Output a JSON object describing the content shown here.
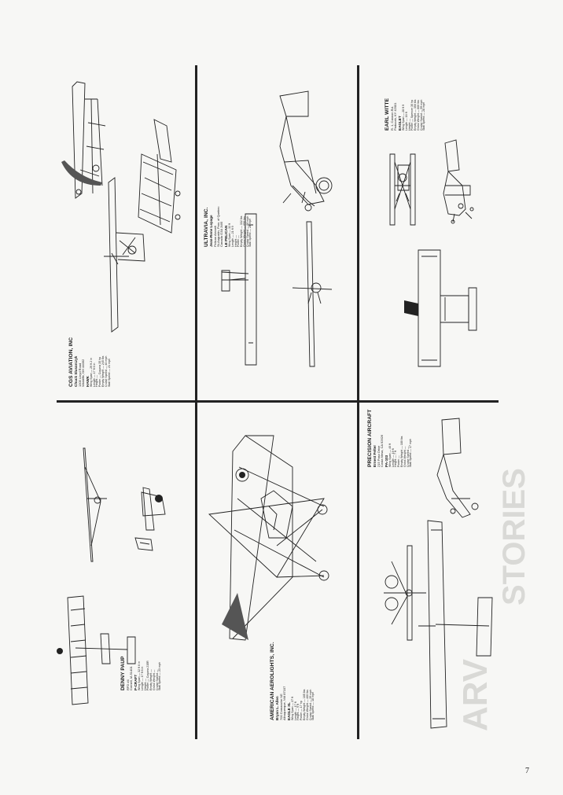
{
  "page_number": "7",
  "entries": [
    {
      "company": "CGS AVIATION, INC",
      "contact": "Chuck Slusarczyk",
      "address": [
        "1305 Lloyd Road",
        "Wickliffe, OH 44092"
      ],
      "model": "HAWK",
      "specs": [
        "Wing Span — 29 ft 2 in",
        "Length — 17 ft 6 in",
        "Height —",
        "Power — Cuyuna 35 hp",
        "Empty Weight — 245 lbs",
        "Cruise Speed — 40 mph",
        "Stall Speed — 21 mph"
      ]
    },
    {
      "company": "ULTRAVIA, INC.",
      "contact": "Jean-Rene Lepage",
      "address": [
        "Pelican Aircraft",
        "St-Augustin, Prov. of Quebec",
        "Canada G3A 1W5"
      ],
      "model": "LE PELICAN",
      "specs": [
        "Wing Span — 32 ft",
        "Length — 21 ft 9",
        "Height —",
        "Power —",
        "Empty Weight — 332 lbs",
        "Gross Weight — 650 lbs",
        "Cruise Speed — 60 mph",
        "Stall Speed — 28 mph"
      ]
    },
    {
      "company": "EARL WITTE",
      "contact": "",
      "address": [
        "R. 1, Cannon Rd.",
        "Paducah, KY 42001"
      ],
      "model": "EAGLET",
      "specs": [
        "Wing Span — 28 ft 9",
        "Length — 16 ft",
        "Height —",
        "Power — Spencer 30 hp",
        "Empty Weight — 350 lbs",
        "Gross Weight — 600 lbs",
        "Cruise Speed — 55 mph",
        "Stall Speed — 28 mph"
      ]
    },
    {
      "company": "DENNY PAUP",
      "contact": "",
      "address": [
        "RFD #4",
        "Cornell, IA 51401"
      ],
      "model": "P-CRAFT",
      "specs": [
        "Wing Span — 32 ft 6 in",
        "Length — 17 ft 6 in",
        "Height —",
        "Power — Cuyuna 215R",
        "Empty Weight —",
        "Gross Weight —",
        "Cruise Speed —",
        "Stall Speed — 23 mph"
      ]
    },
    {
      "company": "AMERICAN AEROLIGHTS, INC.",
      "contact": "Bryan L. Allen",
      "address": [
        "700 Comanche NE",
        "Albuquerque, NM 87107"
      ],
      "model": "EAGLE XL",
      "specs": [
        "Wing Span — 37 ft",
        "Length — 17 ft",
        "Height — 9 ft",
        "Power — 17 hp",
        "Empty Weight — 165 lbs",
        "Gross Weight — 400 lbs",
        "Cruise Speed — 35 mph",
        "Stall Speed — 18 mph"
      ]
    },
    {
      "company": "PRECISION AIRCRAFT",
      "contact": "Ernest Felter",
      "address": [
        "215 Paso Drive",
        "Costa Mesa, CA 92626"
      ],
      "model": "PA-103",
      "specs": [
        "Wing Span — 40 ft",
        "Length — 19 ft",
        "Height — 7 ft",
        "Power —",
        "Empty Weight — 180 lbs",
        "Gross Weight —",
        "Cruise Speed —",
        "Stall Speed — 17 mph"
      ]
    }
  ],
  "bleed_through": [
    "ARV",
    "STORIES"
  ]
}
